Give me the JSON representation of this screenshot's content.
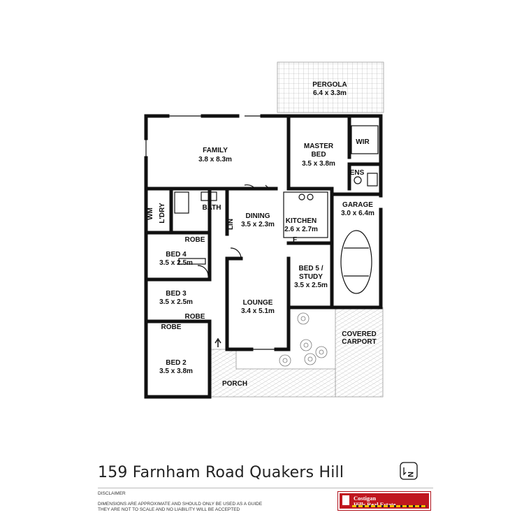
{
  "address": "159 Farnham Road Quakers Hill",
  "disclaimer": {
    "heading": "DISCLAIMER",
    "line1": "DIMENSIONS ARE APPROXIMATE AND SHOULD ONLY BE USED AS A GUIDE",
    "line2": "THEY ARE NOT TO SCALE AND NO LIABILITY WILL BE ACCEPTED"
  },
  "agency": {
    "line1": "Costigan",
    "line2": "Hills Real Estate",
    "brand_red": "#c0171f",
    "brand_yellow": "#f2c200"
  },
  "compass": {
    "letter": "N"
  },
  "rooms": {
    "pergola": {
      "name": "PERGOLA",
      "size": "6.4 x 3.3m"
    },
    "family": {
      "name": "FAMILY",
      "size": "3.8 x 8.3m"
    },
    "master": {
      "name1": "MASTER",
      "name2": "BED",
      "size": "3.5 x 3.8m"
    },
    "wir": {
      "name": "WIR"
    },
    "ens": {
      "name": "ENS"
    },
    "garage": {
      "name": "GARAGE",
      "size": "3.0 x 6.4m"
    },
    "dining": {
      "name": "DINING",
      "size": "3.5 x 2.3m"
    },
    "kitchen": {
      "name": "KITCHEN",
      "size": "2.6 x 2.7m"
    },
    "fridge": {
      "name": "F"
    },
    "bath": {
      "name": "BATH"
    },
    "laundry": {
      "name": "L'DRY"
    },
    "wm": {
      "name": "WM"
    },
    "lin": {
      "name": "LIN"
    },
    "robe4": {
      "name": "ROBE"
    },
    "bed4": {
      "name": "BED 4",
      "size": "3.5 x 2.5m"
    },
    "bed3": {
      "name": "BED 3",
      "size": "3.5 x 2.5m"
    },
    "robe3": {
      "name": "ROBE"
    },
    "robe2": {
      "name": "ROBE"
    },
    "bed2": {
      "name": "BED 2",
      "size": "3.5 x 3.8m"
    },
    "lounge": {
      "name": "LOUNGE",
      "size": "3.4 x 5.1m"
    },
    "bed5": {
      "name1": "BED 5 /",
      "name2": "STUDY",
      "size": "3.5 x 2.5m"
    },
    "carport": {
      "name1": "COVERED",
      "name2": "CARPORT"
    },
    "porch": {
      "name": "PORCH"
    }
  }
}
